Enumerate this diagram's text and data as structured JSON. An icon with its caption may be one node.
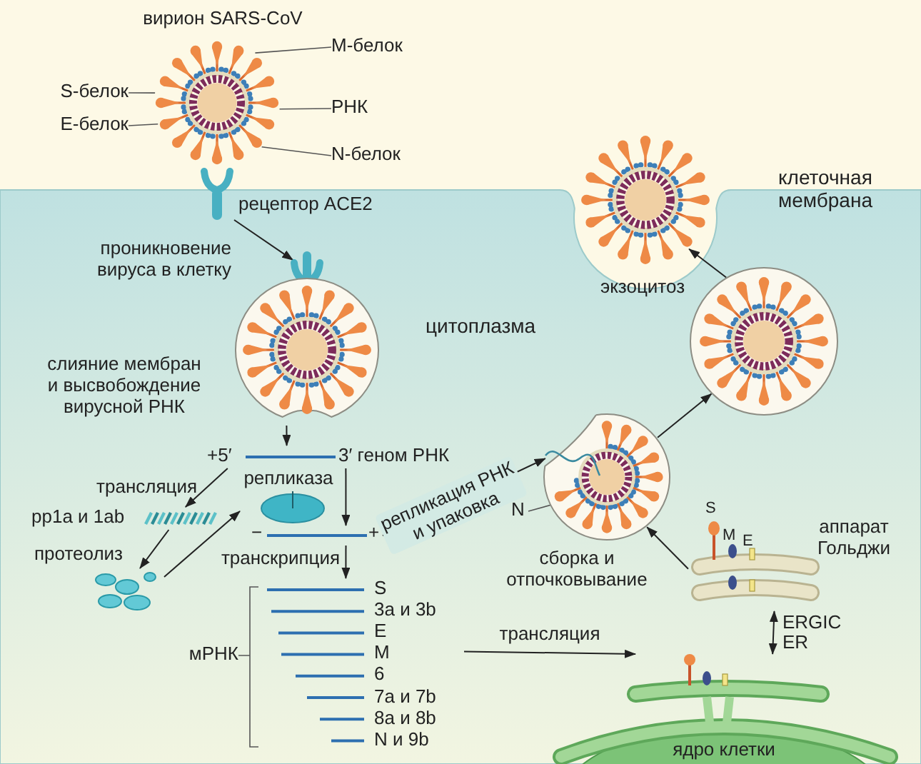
{
  "diagram": {
    "nodes": [
      {
        "text": [],
        "shape": "picture",
        "beside": [
          "вирион SARS-CoV"
        ]
      },
      {
        "text": [
          "M-белок"
        ]
      },
      {
        "text": [
          "S-белок"
        ]
      },
      {
        "text": [
          "РНК"
        ]
      },
      {
        "text": [
          "E-белок"
        ]
      },
      {
        "text": [
          "N-белок"
        ]
      },
      {
        "text": [],
        "shape": "picture",
        "beside": [
          "рецептор ACE2"
        ]
      },
      {
        "text": [],
        "shape": "picture",
        "beside": [
          "слияние мембран и высвобождение вирусной РНК"
        ]
      },
      {
        "text": [
          "+5′",
          "3′ геном РНК"
        ]
      },
      {
        "text": [
          "репликаза"
        ]
      },
      {
        "text": [
          "pp1a и 1ab"
        ]
      },
      {
        "text": [],
        "shape": "picture"
      },
      {
        "text": [
          "−",
          "+"
        ]
      },
      {
        "text": [
          "мРНК",
          "S",
          "3a и 3b",
          "E",
          "M",
          "6",
          "7a и 7b",
          "8a и 8b",
          "N и 9b"
        ]
      },
      {
        "text": [
          "аппарат Гольджи"
        ],
        "beside": [
          "ERGIC"
        ]
      },
      {
        "text": [
          "ядро клетки"
        ],
        "beside": [
          "ER"
        ]
      },
      {
        "text": [
          "N"
        ]
      },
      {
        "text": [],
        "shape": "picture"
      },
      {
        "text": [],
        "shape": "picture"
      },
      {
        "text": [],
        "shape": "picture"
      }
    ],
    "edges": [
      {
        "from": 1,
        "to": 0,
        "arrow": "none"
      },
      {
        "from": 2,
        "to": 0,
        "arrow": "none"
      },
      {
        "from": 3,
        "to": 0,
        "arrow": "none"
      },
      {
        "from": 4,
        "to": 0,
        "arrow": "none"
      },
      {
        "from": 5,
        "to": 0,
        "arrow": "none"
      },
      {
        "from": 6,
        "to": 7,
        "arrow": "to",
        "label": "проникновение вируса в клетку"
      },
      {
        "from": 7,
        "to": 8,
        "arrow": "to"
      },
      {
        "from": 8,
        "to": 10,
        "arrow": "to",
        "label": "трансляция"
      },
      {
        "from": 10,
        "to": 11,
        "arrow": "to",
        "label": "протеолиз"
      },
      {
        "from": 11,
        "to": 9,
        "arrow": "to"
      },
      {
        "from": 8,
        "to": 12,
        "arrow": "to"
      },
      {
        "from": 12,
        "to": 13,
        "arrow": "to",
        "label": "транскрипция"
      },
      {
        "from": 12,
        "to": 17,
        "arrow": "to",
        "label": "репликация РНК и упаковка"
      },
      {
        "from": 13,
        "to": 15,
        "arrow": "to",
        "label": "трансляция"
      },
      {
        "from": 15,
        "to": 14,
        "arrow": "both"
      },
      {
        "from": 14,
        "to": 17,
        "arrow": "to",
        "label": "сборка и отпочковывание"
      },
      {
        "from": 16,
        "to": 17,
        "arrow": "none"
      },
      {
        "from": 17,
        "to": 18,
        "arrow": "to"
      },
      {
        "from": 18,
        "to": 19,
        "arrow": "to",
        "label": "экзоцитоз"
      }
    ],
    "labels": [
      "цитоплазма",
      "клеточная мембрана",
      "S",
      "M",
      "E"
    ]
  }
}
